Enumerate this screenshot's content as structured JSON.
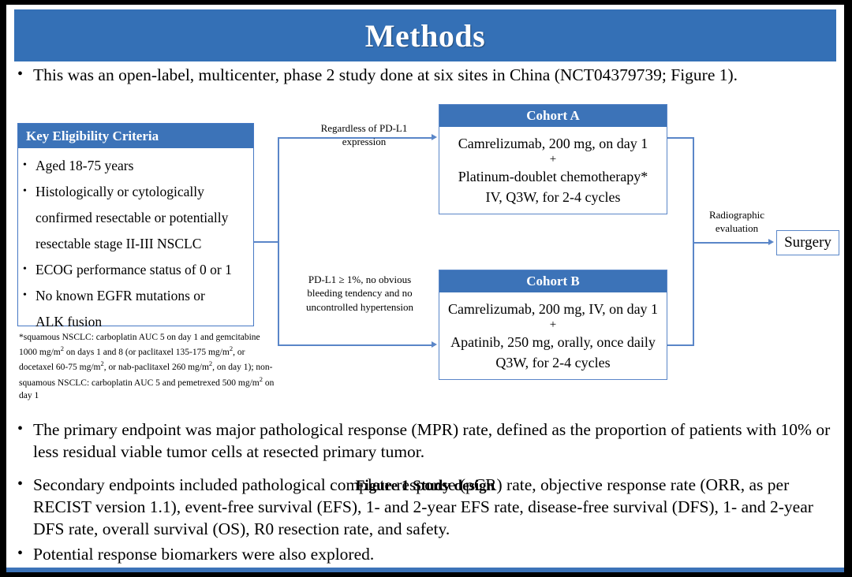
{
  "slide": {
    "title": "Methods",
    "accent_color": "#3470B6",
    "border_color": "#5A86C8",
    "frame_color": "#000000"
  },
  "intro": {
    "bullet": "•",
    "text": "This was an open-label, multicenter, phase 2 study done at six sites in China (NCT04379739; Figure 1)."
  },
  "figure": {
    "caption": "Figure 1 Study design",
    "eligibility": {
      "header": "Key  Eligibility Criteria",
      "bullet": "•",
      "items": [
        "Aged 18-75 years",
        "Histologically or cytologically",
        "confirmed resectable or potentially",
        "resectable stage II-III  NSCLC",
        "ECOG performance status of 0 or 1",
        "No known EGFR mutations or",
        "ALK fusion"
      ],
      "item_has_bullet": [
        true,
        true,
        false,
        false,
        true,
        true,
        false
      ]
    },
    "footnote": "*squamous NSCLC: carboplatin AUC 5 on day 1 and gemcitabine 1000 mg/m2 on days 1 and 8 (or paclitaxel 135-175 mg/m2, or docetaxel 60-75 mg/m2, or nab-paclitaxel 260 mg/m2, on day 1); non-squamous NSCLC: carboplatin AUC 5 and pemetrexed 500 mg/m2 on day 1",
    "cohort_a": {
      "header": "Cohort A",
      "line1": "Camrelizumab, 200 mg, on day 1",
      "plus": "+",
      "line2": "Platinum-doublet chemotherapy*",
      "line3": "IV, Q3W, for 2-4 cycles"
    },
    "cohort_b": {
      "header": "Cohort B",
      "line1": "Camrelizumab, 200 mg, IV, on day 1",
      "plus": "+",
      "line2": "Apatinib, 250 mg, orally, once daily",
      "line3": "Q3W, for 2-4 cycles"
    },
    "labels": {
      "pdl1_any_line1": "Regardless  of PD-L1",
      "pdl1_any_line2": "expression",
      "pdl1_pos_line1": "PD-L1 ≥ 1%, no obvious",
      "pdl1_pos_line2": "bleeding tendency  and no",
      "pdl1_pos_line3": "uncontrolled  hypertension",
      "radiographic_line1": "Radiographic",
      "radiographic_line2": "evaluation"
    },
    "surgery": "Surgery"
  },
  "endpoints": {
    "bullet": "•",
    "primary": "The primary endpoint was major pathological response (MPR) rate, defined as the proportion of patients with 10% or less residual viable tumor cells at resected primary tumor.",
    "secondary": "Secondary endpoints included pathological complete response (pCR) rate, objective response rate (ORR, as per RECIST version 1.1), event-free survival (EFS), 1- and 2-year EFS rate, disease-free survival (DFS), 1- and 2-year DFS rate, overall survival (OS), R0 resection rate, and safety.",
    "biomarkers": "Potential response biomarkers were also explored."
  }
}
